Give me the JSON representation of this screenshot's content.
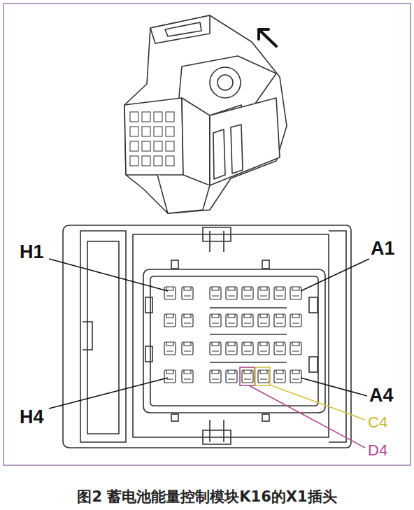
{
  "diagram": {
    "caption": "图2 蓄电池能量控制模块K16的X1插头",
    "labels": [
      "H1",
      "A1",
      "H4",
      "A4",
      "C4",
      "D4"
    ]
  }
}
